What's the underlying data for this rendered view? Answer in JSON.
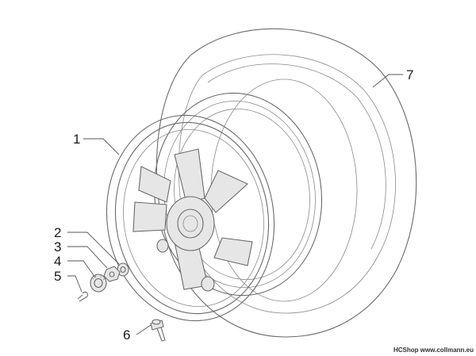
{
  "diagram": {
    "callouts": [
      {
        "id": "1",
        "label": "1"
      },
      {
        "id": "2",
        "label": "2"
      },
      {
        "id": "3",
        "label": "3"
      },
      {
        "id": "4",
        "label": "4"
      },
      {
        "id": "5",
        "label": "5"
      },
      {
        "id": "6",
        "label": "6"
      },
      {
        "id": "7",
        "label": "7"
      }
    ],
    "watermark": "HCShop www.collmann.eu",
    "colors": {
      "line": "#6b6b6b",
      "fill": "#e6e6e6",
      "text": "#1a1a1a"
    }
  }
}
